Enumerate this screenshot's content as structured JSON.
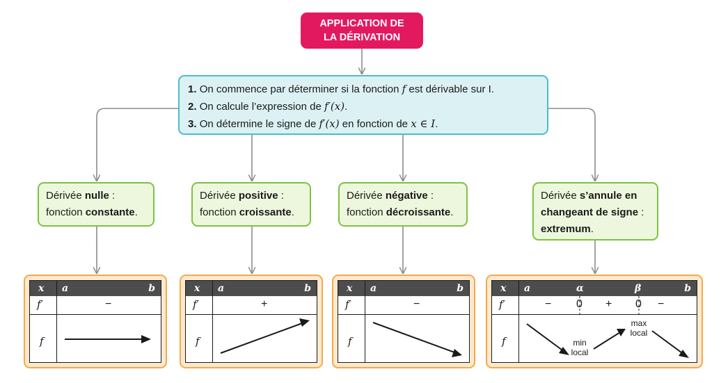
{
  "title": {
    "line1": "APPLICATION DE",
    "line2": "LA DÉRIVATION"
  },
  "steps": [
    {
      "num": "1.",
      "before": "On commence par déterminer si la fonction",
      "math": "f",
      "after": "est dérivable sur I."
    },
    {
      "num": "2.",
      "before": "On calcule l’expression de",
      "math": "f′(x)",
      "after": "."
    },
    {
      "num": "3.",
      "before": "On détermine le signe de",
      "math": "f′(x)",
      "middle": "en fonction de",
      "math2": "x ∈ I",
      "after": "."
    }
  ],
  "cases": [
    {
      "l1a": "Dérivée ",
      "l1b": "nulle",
      "l1c": " :",
      "l2a": "fonction ",
      "l2b": "constante",
      "l2c": "."
    },
    {
      "l1a": "Dérivée ",
      "l1b": "positive",
      "l1c": " :",
      "l2a": "fonction ",
      "l2b": "croissante",
      "l2c": "."
    },
    {
      "l1a": "Dérivée ",
      "l1b": "négative",
      "l1c": " :",
      "l2a": "fonction ",
      "l2b": "décroissante",
      "l2c": "."
    },
    {
      "l1a": "Dérivée ",
      "l1b": "s’annule en",
      "l2b": "changeant de signe",
      "l2c": " :",
      "l3b": "extremum",
      "l3c": "."
    }
  ],
  "table": {
    "x": "x",
    "fp": "f′",
    "f": "f",
    "a": "a",
    "b": "b",
    "alpha": "α",
    "beta": "β",
    "zero": "0",
    "minus": "−",
    "plus": "+",
    "min_l1": "min",
    "min_l2": "local",
    "max_l1": "max",
    "max_l2": "local"
  },
  "colors": {
    "title": "#e3195f",
    "steps_bg": "#dcf1f4",
    "steps_border": "#4bbdcc",
    "case_bg": "#edf7dd",
    "case_border": "#7cc242",
    "table_bg": "#fde9cf",
    "table_border": "#f5a94a",
    "connector": "#8c8c8c"
  }
}
